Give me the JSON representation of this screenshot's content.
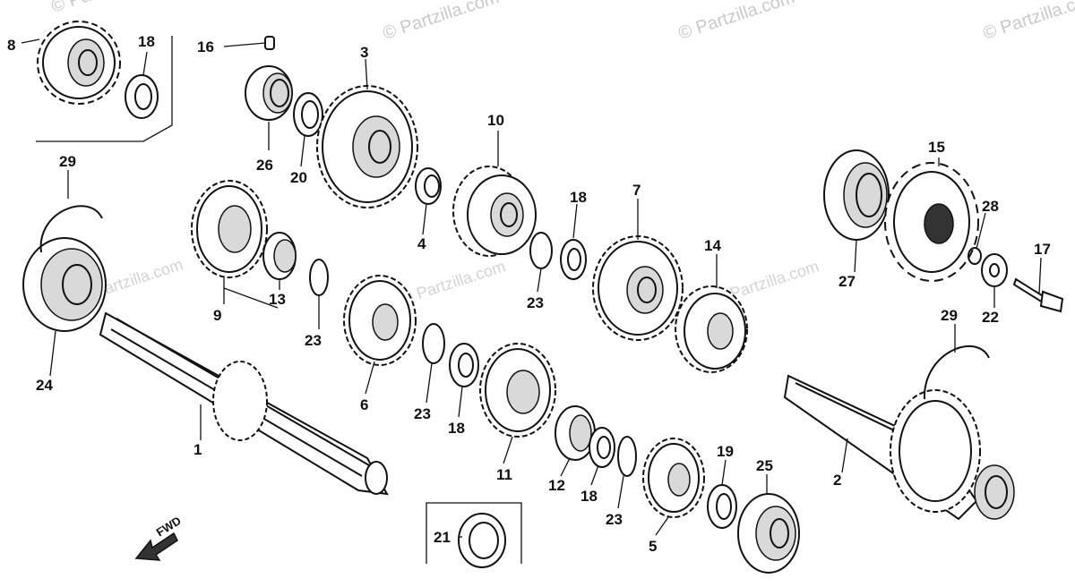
{
  "watermarks": [
    "© Partzilla.com",
    "© Partzilla.com",
    "© Partzilla.com",
    "© Partzilla.com",
    "© Partzilla.com",
    "© Partzilla.com",
    "© Partzilla.com"
  ],
  "callouts": {
    "c1": "1",
    "c2": "2",
    "c3": "3",
    "c4": "4",
    "c5": "5",
    "c6": "6",
    "c7": "7",
    "c8": "8",
    "c9": "9",
    "c10": "10",
    "c11": "11",
    "c12": "12",
    "c13": "13",
    "c14": "14",
    "c15": "15",
    "c16": "16",
    "c17": "17",
    "c18a": "18",
    "c18b": "18",
    "c18c": "18",
    "c18d": "18",
    "c19": "19",
    "c20": "20",
    "c21": "21",
    "c22": "22",
    "c23a": "23",
    "c23b": "23",
    "c23c": "23",
    "c23d": "23",
    "c24": "24",
    "c25": "25",
    "c26": "26",
    "c27": "27",
    "c28": "28",
    "c29a": "29",
    "c29b": "29"
  },
  "fwd_label": "FWD"
}
